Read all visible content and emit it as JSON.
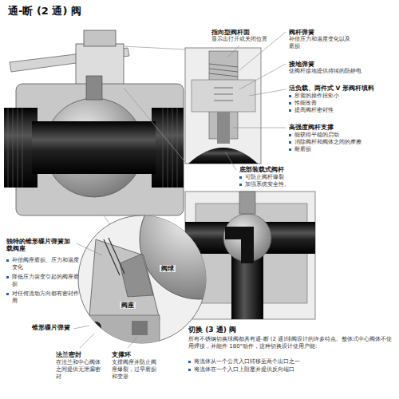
{
  "diagram": {
    "title": "通-断 (2 通) 阀",
    "labels": [
      "指向型阀杆面",
      "显示出打开或关闭位置",
      "阀杆弹簧",
      "补偿压力和温度变化以及磨损",
      "接地弹簧",
      "使阀杆接地提供持续的防静电",
      "活负载、两件式 V 形阀杆填料",
      "所需的操作扭矩小",
      "性能改善",
      "提高阀杆密封性",
      "高强度阀杆支撑",
      "能获得平稳的启动",
      "消除阀杆和阀体之间的摩擦",
      "耐磨损",
      "底部装载式阀杆",
      "可防止阀杆爆裂",
      "加强系统安全性。",
      "独特的锥形碟片弹簧加载阀座",
      "补偿阀座磨损、压力和温度变化",
      "降低压力突变引起的阀座磨损",
      "对任何流动方向都有密封作用",
      "锥形碟片弹簧",
      "阀球",
      "阀座",
      "法兰密封",
      "在法兰和中心阀体之间提供无泄漏密封",
      "支撑环",
      "支撑阀座并防止阀座爆裂，过早磨损和变形",
      "切换 (3 通) 阀",
      "所有不锈钢切换球阀都具有通-断 (2 通)球阀设计的许多特点。整体式中心阀体不使用焊接，并能作 180°动作，这种切换设计使用户能:",
      "将流体从一个公共入口转移至两个出口之一",
      "将流体在一个入口上阻塞并提供反向端口"
    ]
  }
}
